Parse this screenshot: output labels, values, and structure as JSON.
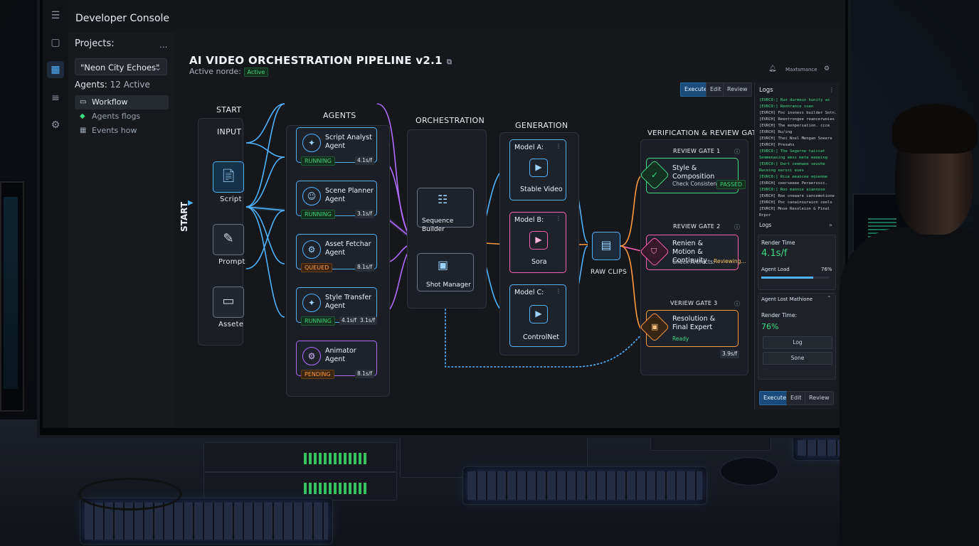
{
  "app": {
    "title": "Developer Console",
    "rail_icons": [
      "menu-icon",
      "document-icon",
      "dashboard-icon",
      "list-icon",
      "settings-icon"
    ]
  },
  "sidebar": {
    "projects_label": "Projects:",
    "more": "...",
    "project_select": "\"Neon City Echoes\"",
    "agents_label": "Agents:",
    "agents_count": "12 Active",
    "items": [
      {
        "label": "Workflow",
        "icon": "folder-icon"
      },
      {
        "label": "Agents flogs",
        "icon": "diamond-icon"
      },
      {
        "label": "Events how",
        "icon": "grid-icon"
      }
    ]
  },
  "header": {
    "title": "AI VIDEO ORCHESTRATION PIPELINE v2.1",
    "active_node_label": "Active norde:",
    "active_node_badge": "Active",
    "top_right_text": "Maxtsmance",
    "buttons": [
      "Execute",
      "Edit",
      "Review"
    ]
  },
  "pipeline": {
    "start_vertical": "START",
    "columns": [
      "START",
      "AGENTS",
      "ORCHESTRATION",
      "GENERATION",
      "VERIFICATION & REVIEW GATES"
    ],
    "input": {
      "title": "INPUT",
      "items": [
        "Script",
        "Prompt",
        "Assete"
      ]
    },
    "agents": [
      {
        "name1": "Script Analyst",
        "name2": "Agent",
        "status": "RUNNING",
        "metric": "4.1s/f"
      },
      {
        "name1": "Scene Planner",
        "name2": "Agent",
        "status": "RUNNING",
        "metric": "3.1s/f"
      },
      {
        "name1": "Asset Fetchar",
        "name2": "Agent",
        "status": "QUEUED",
        "metric": "8.1s/f"
      },
      {
        "name1": "Style Transfer",
        "name2": "Agent",
        "status": "RUNNING",
        "metric": "4.1s/f",
        "metric2": "3.1s/f"
      },
      {
        "name1": "Animator",
        "name2": "Agent",
        "status": "PENDING",
        "metric": "8.1s/f"
      }
    ],
    "orchestration": {
      "sequence_builder": "Sequence Builder",
      "shot_manager": "Shot Manager"
    },
    "generation": [
      {
        "model": "Model A:",
        "name": "Stable Video"
      },
      {
        "model": "Model B:",
        "name": "Sora"
      },
      {
        "model": "Model C:",
        "name": "ControlNet"
      }
    ],
    "raw_clips": "RAW CLIPS",
    "gates": [
      {
        "gate": "REVIEW GATE 1",
        "title1": "Style & Composition",
        "title2": "",
        "sub": "Check Consistency.",
        "badge": "PASSED",
        "color": "#3ddc84"
      },
      {
        "gate": "REVIEW GATE 2",
        "title1": "Renien &",
        "title2": "Motion & Continuity",
        "sub": "Check Artifacts:",
        "badge": "Reviewing...",
        "color": "#ff5fb0"
      },
      {
        "gate": "VERIEW GATE 3",
        "title1": "Resolution &",
        "title2": "Final Expert",
        "sub": "Ready",
        "badge": "",
        "color": "#ff9a3d"
      }
    ],
    "gate3_metric": "3.9s/f"
  },
  "right_pane": {
    "logs_title": "Logs",
    "log_lines": [
      {
        "t": "[EVRC0:] Run durmeus hunity as",
        "c": "#3ddc84"
      },
      {
        "t": "[EVRC0:] Renhrance soan",
        "c": "#3ddc84"
      },
      {
        "t": "[EVRCH] Foc inoness builder Sotn.",
        "c": "#c9ced6"
      },
      {
        "t": "[EVRCH] Reentrongee reancerwoies",
        "c": "#c9ced6"
      },
      {
        "t": "[EVRCH] The eonpersation. ccce",
        "c": "#c9ced6"
      },
      {
        "t": "[EVRCH] Ru/ing",
        "c": "#c9ced6"
      },
      {
        "t": "[EVRCH] Thei Nnel Mengan Soeere",
        "c": "#c9ced6"
      },
      {
        "t": "[EVRCH] Preswhs",
        "c": "#c9ced6"
      },
      {
        "t": "[EVRC0:] The Segerne taicsat",
        "c": "#3ddc84"
      },
      {
        "t": "Semmenasing emss mete eaeeing",
        "c": "#3ddc84"
      },
      {
        "t": "[EVRC0:] Dart ceemaee seuvhe",
        "c": "#3ddc84"
      },
      {
        "t": "Rwceing earssi eues",
        "c": "#3ddc84"
      },
      {
        "t": "[EVRC0:] Rice eeancee eqsenme",
        "c": "#3ddc84"
      },
      {
        "t": "[EVRCH] ceerseeee Peraersscc.",
        "c": "#c9ced6"
      },
      {
        "t": "[EVRC0:] Roo mannie aiannose",
        "c": "#3ddc84"
      },
      {
        "t": "[EVRCH] Roe cneaare cancemotione",
        "c": "#c9ced6"
      },
      {
        "t": "[EVRCH] Poc canainsuraion ceelo",
        "c": "#c9ced6"
      },
      {
        "t": "[EVRCH] Mnoe Resoleion & Final",
        "c": "#c9ced6"
      },
      {
        "t": "Rrpor",
        "c": "#c9ced6"
      }
    ],
    "logs_footer": "Logs",
    "render_time_label": "Render Time",
    "render_time_value": "4.1s/f",
    "agent_load_label": "Agent Load",
    "agent_load_value": "76%",
    "agent_load_fraction": 0.76,
    "section2_title": "Agent Lost Mathione",
    "render_time2_label": "Render Time:",
    "render_time2_value": "76%",
    "btn_log": "Log",
    "btn_sone": "Sone",
    "buttons": [
      "Execute",
      "Edit",
      "Review"
    ]
  },
  "colors": {
    "accent_blue": "#4fb3ff",
    "running_green": "#43d17a",
    "queued_orange": "#ff9a3d",
    "gate_green": "#3ddc84",
    "gate_pink": "#ff5fb0",
    "gate_orange": "#ff9a3d",
    "wire_purple": "#b06bff"
  }
}
